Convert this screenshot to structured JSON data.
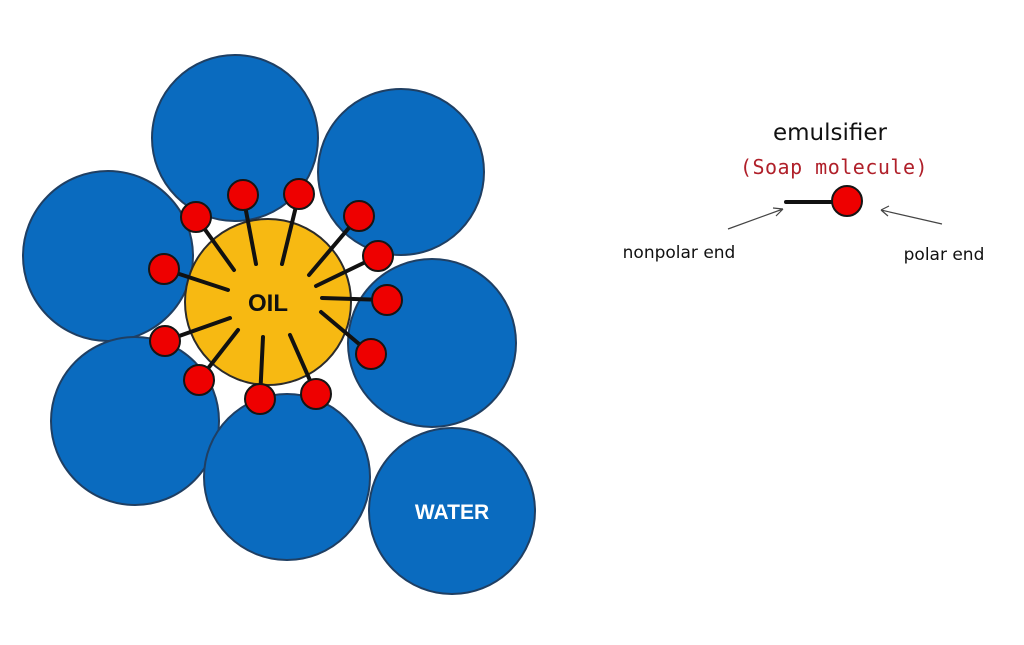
{
  "labels": {
    "oil": "OIL",
    "water": "WATER"
  },
  "legend": {
    "title": "emulsifier",
    "subtitle": "(Soap molecule)",
    "nonpolar": "nonpolar end",
    "polar": "polar end"
  },
  "colors": {
    "water": "#0a6bbf",
    "oil": "#f7b912",
    "polar_head": "#ee0000",
    "tail": "#111111",
    "subtitle": "#b0202a"
  }
}
